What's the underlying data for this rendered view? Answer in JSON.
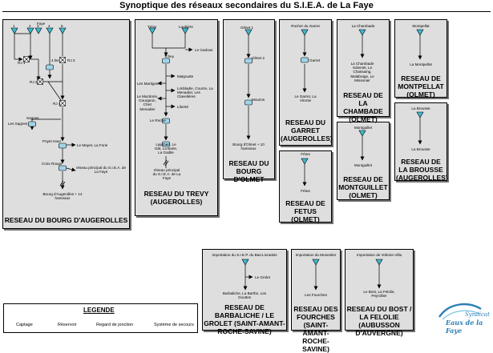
{
  "title": "Synoptique des réseaux secondaires du S.I.E.A. de La Faye",
  "colors": {
    "panel": "#dedede",
    "captage": "#3fb8d0",
    "reservoir": "#9fd4e8",
    "logo": "#2a7fb4"
  },
  "bourg_augerolles": {
    "title": "RESEAU DU BOURG D'AUGEROLLES",
    "labels": {
      "faye": "Faye",
      "c1": "1",
      "c2": "2",
      "c3": "3",
      "c4": "4",
      "c5": "5",
      "rj1": "RJ 1",
      "rj2": "RJ 2",
      "rj3": "RJ 3",
      "rj4": "RJ 4",
      "bis": "4 bis",
      "sagnes_res": "Sagnes",
      "sagnes": "Les Sagnes",
      "poyet_haut": "Poyet Haut",
      "mayet": "Le Mayet, La Forie",
      "croix_rouge": "Croix Rouge",
      "reseau_principal": "réseau principal du S.I.E.A. de La Faye",
      "bourg": "Bourg d'Augerolles + 14 hameaux"
    }
  },
  "trevy": {
    "title": "RESEAU DU TREVY (AUGEROLLES)",
    "labels": {
      "trevy": "Trévy",
      "loubiere": "Loubière",
      "gadous": "Le Gadous",
      "tchey": "Tchey",
      "malgoutte": "Malgoutte",
      "martignes": "Les Martignes",
      "limbladie": "Limbladie, Courze, La Menadier, Les Claveliéres",
      "mazdorie": "Le Mazdorie, Gourgeon, Chez Menadier",
      "liberte": "Liberté",
      "roche": "Le Roche",
      "lapchen": "Lapchen, Le Gât, La Barie, La Gaible",
      "reseau_principal": "réseau principal du S.I.E.A. de La Faye"
    }
  },
  "bourg_olmet": {
    "title": "RESEAU DU BOURG D'OLMET",
    "labels": {
      "olmet1": "Olmet 1",
      "olmet2": "Olmet 2",
      "mouzon": "Mouzon",
      "bourg": "Bourg d'Olmet + 10 hameaux"
    }
  },
  "garret": {
    "title": "RESEAU DU GARRET (AUGEROLLES)",
    "labels": {
      "rocher": "Rocher du Garret",
      "garret": "Garret",
      "villages": "Le Garret, La Vironie"
    }
  },
  "chambade": {
    "title": "RESEAU DE LA CHAMBADE (OLMET)",
    "labels": {
      "source": "La Chambade",
      "villages": "La Chambade Soleniet, Le Chassaing, Malabrage, Le Missonier"
    }
  },
  "montpellat": {
    "title": "RESEAU DE MONTPELLAT (OLMET)",
    "labels": {
      "source": "Montpellat",
      "village": "La Montpellat"
    }
  },
  "brousse": {
    "title": "RESEAU DE LA BROUSSE (AUGEROLLES)",
    "labels": {
      "source": "La Brousse",
      "village": "La Brousse"
    }
  },
  "fetus": {
    "title": "RESEAU DE FETUS (OLMET)",
    "labels": {
      "source": "Fétus",
      "village": "Fétus"
    }
  },
  "montguillet": {
    "title": "RESEAU DE MONTGUILLET (OLMET)",
    "labels": {
      "source": "Montguillet",
      "village": "Montguillet"
    }
  },
  "barbaliche": {
    "title": "RESEAU DE BARBALICHE / LE GROLET (SAINT-AMANT-ROCHE-SAVINE)",
    "labels": {
      "import": "Importation du S.I.E.P. du Bas-Livradois",
      "grolet": "Le Grolet",
      "villages": "Barbaliche, La Barthe, Les Gouttes"
    }
  },
  "fourches": {
    "title": "RESEAU DES FOURCHES (SAINT-AMANT-ROCHE-SAVINE)",
    "labels": {
      "import": "Importation du Monestier",
      "village": "Les Fourches"
    }
  },
  "bost": {
    "title": "RESEAU DU BOST / LA FELOLIE (AUBUSSON D'AUVERGNE)",
    "labels": {
      "import": "Importation de Voltoire-Villa",
      "villages": "Le Bost, La Felolie, Peyrollier"
    }
  },
  "legend": {
    "title": "LEGENDE",
    "items": [
      "Captage",
      "Réservoir",
      "Regard de jonction",
      "Système de secours"
    ]
  },
  "logo": {
    "line1": "Syndicat",
    "line2": "Eaux de la Faye"
  }
}
